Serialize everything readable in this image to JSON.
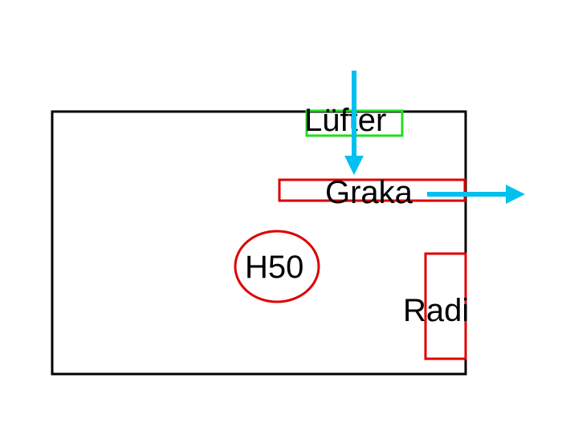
{
  "labels": {
    "fan": "Lüfter",
    "gpu": "Graka",
    "cooler": "H50",
    "radiator": "Radi"
  },
  "colors": {
    "case_outline": "#000000",
    "fan_box": "#22dd22",
    "gpu_box": "#dd0000",
    "cooler_ellipse": "#dd0000",
    "radiator_box": "#dd0000",
    "airflow_arrow": "#00c0f0"
  },
  "airflow": {
    "intake_direction": "down",
    "exhaust_direction": "right"
  }
}
